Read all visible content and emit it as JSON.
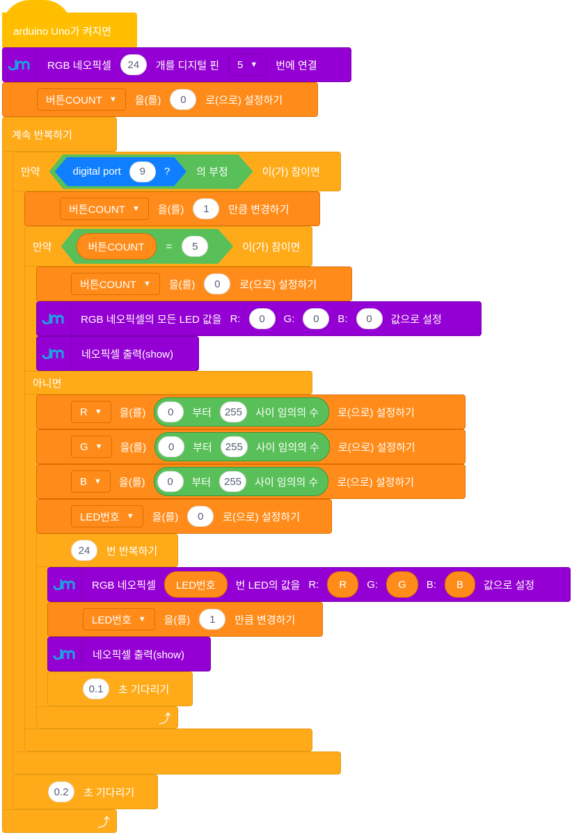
{
  "hat": {
    "label": "arduino Uno가 켜지면"
  },
  "neo_init": {
    "t1": "RGB 네오픽셀",
    "count": "24",
    "t2": "개를 디지털 핀",
    "pin": "5",
    "t3": "번에 연결"
  },
  "set_count": {
    "var": "버튼COUNT",
    "t1": "을(를)",
    "value": "0",
    "t2": "로(으로) 설정하기"
  },
  "forever": {
    "label": "계속 반복하기"
  },
  "if1": {
    "if": "만약",
    "port_label": "digital port",
    "port": "9",
    "q": "?",
    "not": "의 부정",
    "then": "이(가) 참이면"
  },
  "change_count": {
    "var": "버튼COUNT",
    "t1": "을(를)",
    "value": "1",
    "t2": "만큼 변경하기"
  },
  "if2": {
    "if": "만약",
    "var": "버튼COUNT",
    "eq": "=",
    "value": "5",
    "then": "이(가) 참이면",
    "else": "아니면"
  },
  "reset_count": {
    "var": "버튼COUNT",
    "t1": "을(를)",
    "value": "0",
    "t2": "로(으로) 설정하기"
  },
  "neo_all": {
    "t1": "RGB 네오픽셀의 모든 LED 값을",
    "r_label": "R:",
    "r": "0",
    "g_label": "G:",
    "g": "0",
    "b_label": "B:",
    "b": "0",
    "t2": "값으로 설정"
  },
  "show1": {
    "label": "네오픽셀 출력(show)"
  },
  "random": [
    {
      "var": "R",
      "t1": "을(를)",
      "from": "0",
      "from_label": "부터",
      "to": "255",
      "to_label": "사이 임의의 수",
      "t2": "로(으로) 설정하기"
    },
    {
      "var": "G",
      "t1": "을(를)",
      "from": "0",
      "from_label": "부터",
      "to": "255",
      "to_label": "사이 임의의 수",
      "t2": "로(으로) 설정하기"
    },
    {
      "var": "B",
      "t1": "을(를)",
      "from": "0",
      "from_label": "부터",
      "to": "255",
      "to_label": "사이 임의의 수",
      "t2": "로(으로) 설정하기"
    }
  ],
  "set_led": {
    "var": "LED번호",
    "t1": "을(를)",
    "value": "0",
    "t2": "로(으로) 설정하기"
  },
  "repeat": {
    "count": "24",
    "label": "번 반복하기"
  },
  "neo_set": {
    "t1": "RGB 네오픽셀",
    "led": "LED번호",
    "t2": "번 LED의 값을",
    "r_label": "R:",
    "r": "R",
    "g_label": "G:",
    "g": "G",
    "b_label": "B:",
    "b": "B",
    "t3": "값으로 설정"
  },
  "change_led": {
    "var": "LED번호",
    "t1": "을(를)",
    "value": "1",
    "t2": "만큼 변경하기"
  },
  "show2": {
    "label": "네오픽셀 출력(show)"
  },
  "wait1": {
    "value": "0.1",
    "label": "초 기다리기"
  },
  "wait2": {
    "value": "0.2",
    "label": "초 기다리기"
  },
  "icons": {
    "dropdown": "▼",
    "loop": "⤴"
  },
  "colors": {
    "event": "#FFBF00",
    "neopixel": "#9400D3",
    "variable": "#FF8C1A",
    "control": "#FFAB19",
    "operator": "#59C059",
    "sensor": "#0F7FFF"
  }
}
